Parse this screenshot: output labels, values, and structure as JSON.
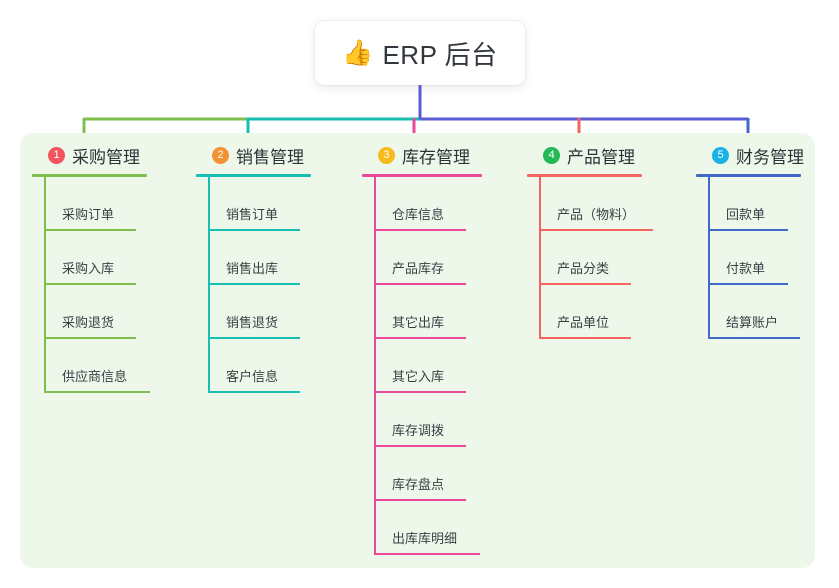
{
  "diagram": {
    "type": "mind-map",
    "root": {
      "icon": "thumbs-up-icon",
      "icon_glyph": "👍",
      "label": "ERP 后台"
    },
    "panel_color": "#eef8ea",
    "root_stem_color": "#5b5bd6",
    "branches": [
      {
        "index": "1",
        "badge_glyph": "1",
        "badge_color": "#f4545f",
        "line_color": "#7fbf4d",
        "title": "采购管理",
        "items": [
          {
            "label": "采购订单",
            "rule_width": 92
          },
          {
            "label": "采购入库",
            "rule_width": 92
          },
          {
            "label": "采购退货",
            "rule_width": 92
          },
          {
            "label": "供应商信息",
            "rule_width": 106
          }
        ]
      },
      {
        "index": "2",
        "badge_glyph": "2",
        "badge_color": "#f39234",
        "line_color": "#17bfb0",
        "title": "销售管理",
        "items": [
          {
            "label": "销售订单",
            "rule_width": 92
          },
          {
            "label": "销售出库",
            "rule_width": 92
          },
          {
            "label": "销售退货",
            "rule_width": 92
          },
          {
            "label": "客户信息",
            "rule_width": 92
          }
        ]
      },
      {
        "index": "3",
        "badge_glyph": "3",
        "badge_color": "#f7bc1c",
        "line_color": "#ec4899",
        "title": "库存管理",
        "items": [
          {
            "label": "仓库信息",
            "rule_width": 92
          },
          {
            "label": "产品库存",
            "rule_width": 92
          },
          {
            "label": "其它出库",
            "rule_width": 92
          },
          {
            "label": "其它入库",
            "rule_width": 92
          },
          {
            "label": "库存调拨",
            "rule_width": 92
          },
          {
            "label": "库存盘点",
            "rule_width": 92
          },
          {
            "label": "出库库明细",
            "rule_width": 106
          }
        ]
      },
      {
        "index": "4",
        "badge_glyph": "4",
        "badge_color": "#23b956",
        "line_color": "#f4665f",
        "title": "产品管理",
        "items": [
          {
            "label": "产品（物料）",
            "rule_width": 114
          },
          {
            "label": "产品分类",
            "rule_width": 92
          },
          {
            "label": "产品单位",
            "rule_width": 92
          }
        ]
      },
      {
        "index": "5",
        "badge_glyph": "5",
        "badge_color": "#19b2e6",
        "line_color": "#4468c8",
        "title": "财务管理",
        "items": [
          {
            "label": "回款单",
            "rule_width": 80
          },
          {
            "label": "付款单",
            "rule_width": 80
          },
          {
            "label": "结算账户",
            "rule_width": 92
          }
        ]
      }
    ]
  }
}
